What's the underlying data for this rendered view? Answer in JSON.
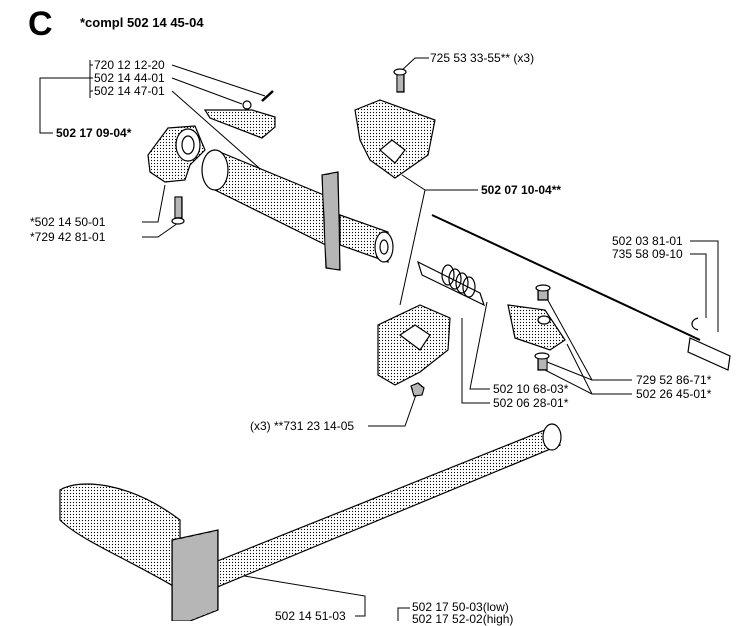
{
  "diagram": {
    "section_letter": "C",
    "assembly_label": "*compl 502 14 45-04",
    "part_labels": [
      {
        "id": "p1",
        "text": "720 12 12-20"
      },
      {
        "id": "p2",
        "text": "502 14 44-01"
      },
      {
        "id": "p3",
        "text": "502 14 47-01"
      },
      {
        "id": "p4",
        "text": "502 17 09-04*"
      },
      {
        "id": "p5",
        "text": "725 53 33-55** (x3)"
      },
      {
        "id": "p6",
        "text": "502 07 10-04**"
      },
      {
        "id": "p7",
        "text": "*502 14 50-01"
      },
      {
        "id": "p8",
        "text": "*729 42 81-01"
      },
      {
        "id": "p9",
        "text": "502 03 81-01"
      },
      {
        "id": "p10",
        "text": "735 58 09-10"
      },
      {
        "id": "p11",
        "text": "502 10 68-03*"
      },
      {
        "id": "p12",
        "text": "502 06 28-01*"
      },
      {
        "id": "p13",
        "text": "729 52 86-71*"
      },
      {
        "id": "p14",
        "text": "502 26 45-01*"
      },
      {
        "id": "p15",
        "text": "(x3) **731 23 14-05"
      },
      {
        "id": "p16",
        "text": "502 14 51-03"
      },
      {
        "id": "p17",
        "text": "502 17 50-03(low)"
      },
      {
        "id": "p18",
        "text": "502 17 52-02(high)"
      }
    ]
  }
}
